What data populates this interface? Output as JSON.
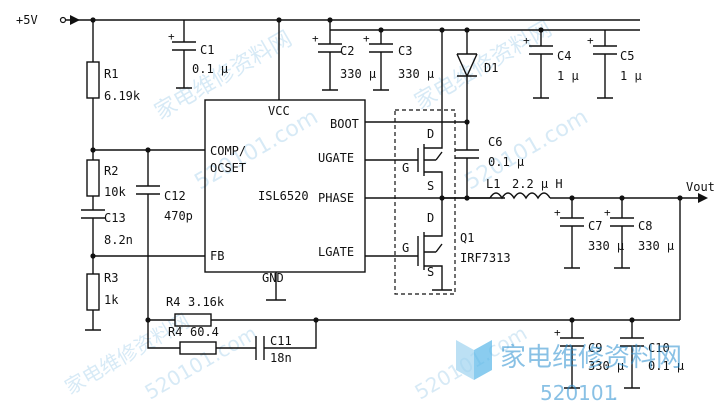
{
  "nets": {
    "vin": "+5V",
    "vout": "Vout"
  },
  "ic": {
    "name": "ISL6520",
    "pins": {
      "vcc": "VCC",
      "boot": "BOOT",
      "ugate": "UGATE",
      "phase": "PHASE",
      "lgate": "LGATE",
      "comp": "COMP/",
      "ocset": "OCSET",
      "fb": "FB",
      "gnd": "GND"
    }
  },
  "components": {
    "r1": {
      "ref": "R1",
      "value": "6.19k"
    },
    "r2": {
      "ref": "R2",
      "value": "10k"
    },
    "r3": {
      "ref": "R3",
      "value": "1k"
    },
    "r4a": {
      "ref": "R4",
      "value": "3.16k"
    },
    "r4b": {
      "ref": "R4",
      "value": "60.4"
    },
    "c1": {
      "ref": "C1",
      "value": "0.1 μ"
    },
    "c2": {
      "ref": "C2",
      "value": "330 μ"
    },
    "c3": {
      "ref": "C3",
      "value": "330 μ"
    },
    "c4": {
      "ref": "C4",
      "value": "1 μ"
    },
    "c5": {
      "ref": "C5",
      "value": "1 μ"
    },
    "c6": {
      "ref": "C6",
      "value": "0.1 μ"
    },
    "c7": {
      "ref": "C7",
      "value": "330 μ"
    },
    "c8": {
      "ref": "C8",
      "value": "330 μ"
    },
    "c9": {
      "ref": "C9",
      "value": "330 μ"
    },
    "c10": {
      "ref": "C10",
      "value": "0.1 μ"
    },
    "c11": {
      "ref": "C11",
      "value": "18n"
    },
    "c12": {
      "ref": "C12",
      "value": "470p"
    },
    "c13": {
      "ref": "C13",
      "value": "8.2n"
    },
    "d1": {
      "ref": "D1"
    },
    "l1": {
      "ref": "L1",
      "value": "2.2 μ H"
    },
    "q1": {
      "ref": "Q1",
      "value": "IRF7313"
    }
  },
  "fet_pins": {
    "d": "D",
    "g": "G",
    "s": "S"
  },
  "watermark": {
    "brand": "家电维修资料网",
    "site": "520101.com",
    "bottom_site": "520101",
    "bottom_dot": "."
  }
}
